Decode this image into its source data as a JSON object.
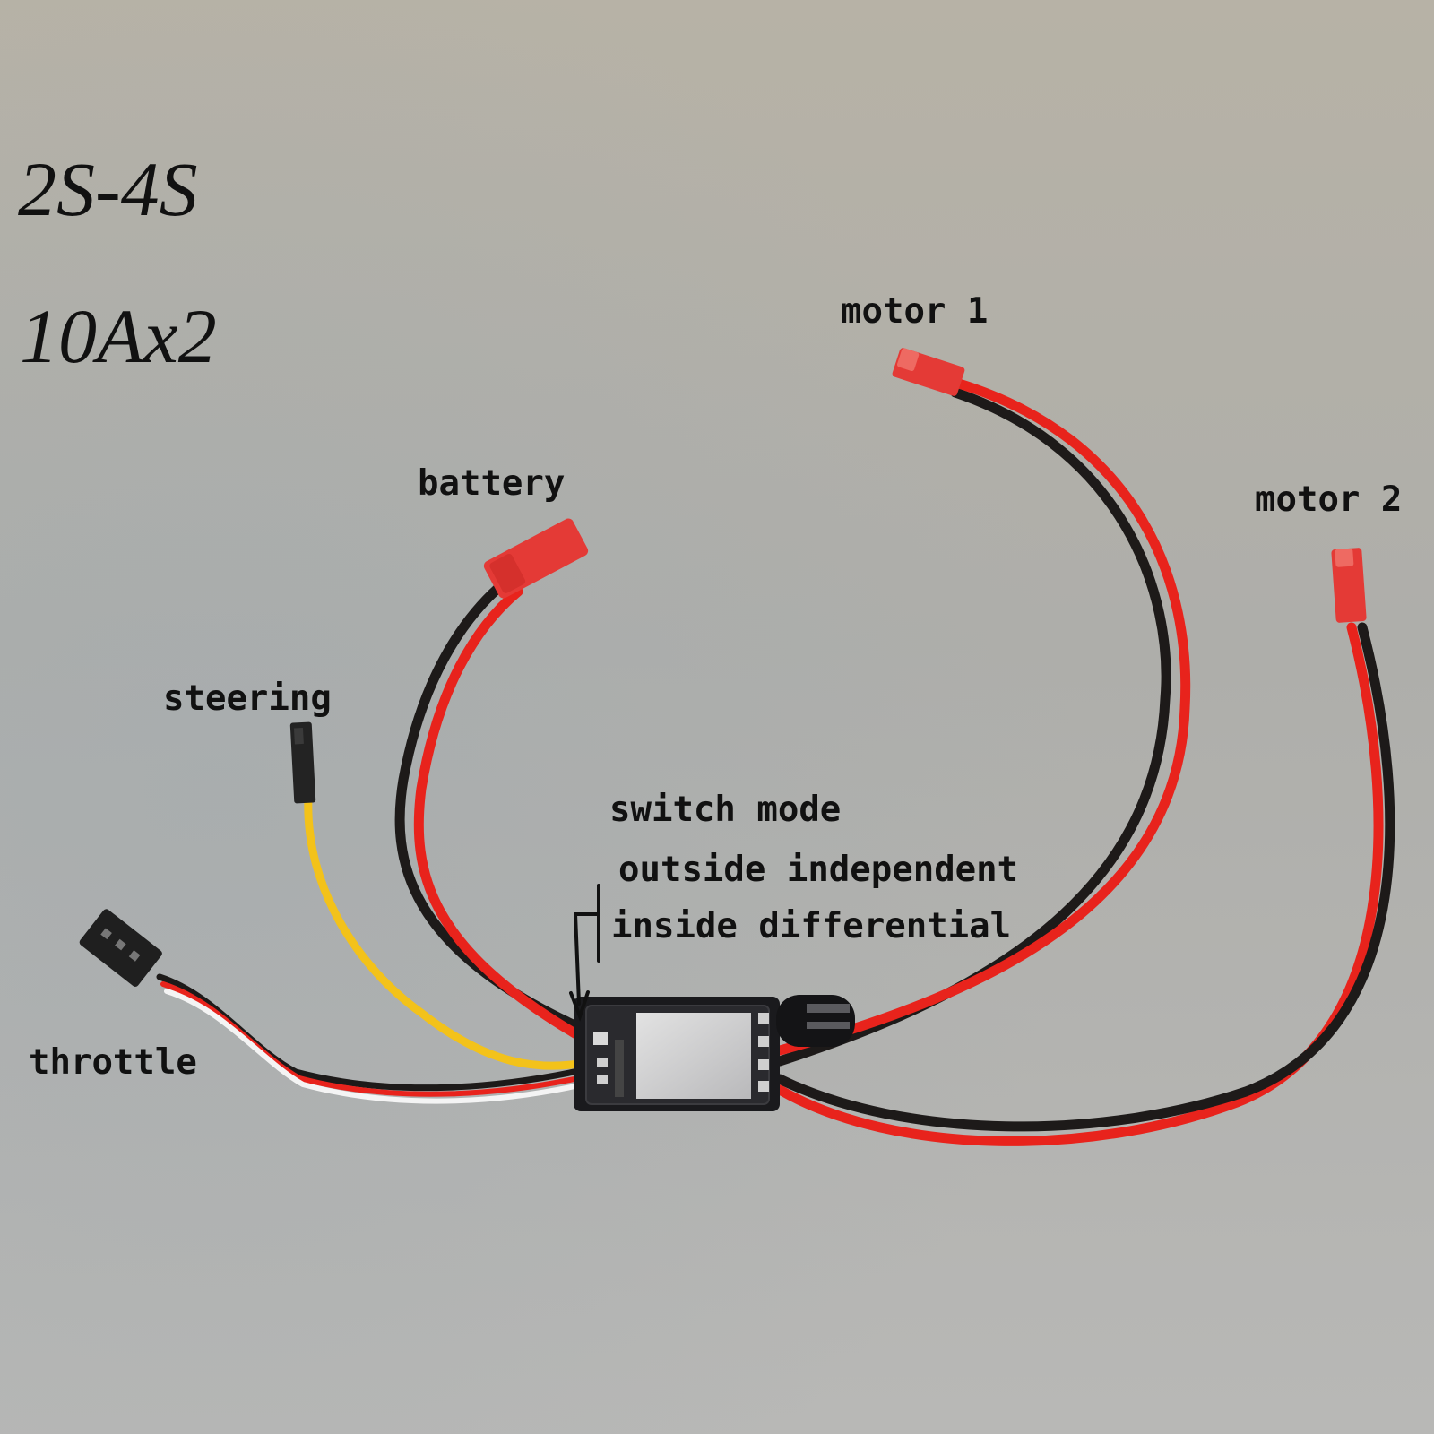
{
  "specs": {
    "voltage": "2S-4S",
    "current": "10Ax2"
  },
  "labels": {
    "motor1": "motor 1",
    "motor2": "motor 2",
    "battery": "battery",
    "steering": "steering",
    "throttle": "throttle",
    "switch_mode": "switch mode",
    "outside": "outside independent",
    "inside": "inside differential"
  },
  "colors": {
    "background": "#b3b0a8",
    "wire_red": "#e8231c",
    "wire_black": "#1d1a19",
    "wire_yellow": "#f3c21a",
    "wire_white": "#f4f4f4",
    "connector_red": "#e43a36",
    "pcb": "#1a1a1d",
    "shield": "#cfcfd0"
  }
}
